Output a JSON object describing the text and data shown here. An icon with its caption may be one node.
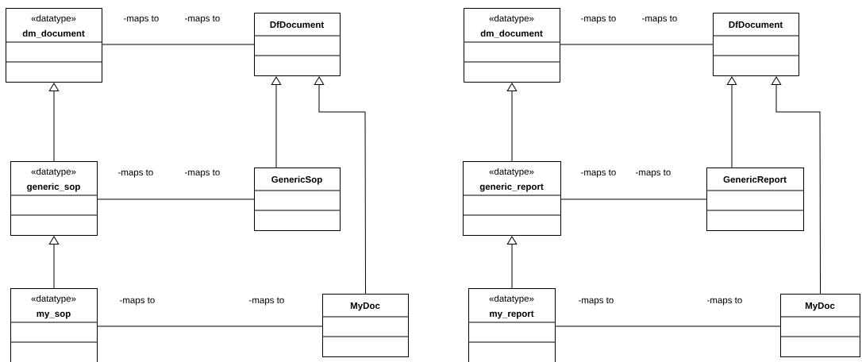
{
  "diagram": {
    "nodes": [
      {
        "text": [
          "«datatype»",
          "dm_document"
        ]
      },
      {
        "text": [
          "DfDocument"
        ]
      },
      {
        "text": [
          "«datatype»",
          "generic_sop"
        ]
      },
      {
        "text": [
          "GenericSop"
        ]
      },
      {
        "text": [
          "«datatype»",
          "my_sop"
        ]
      },
      {
        "text": [
          "MyDoc"
        ]
      },
      {
        "text": [
          "«datatype»",
          "dm_document"
        ]
      },
      {
        "text": [
          "DfDocument"
        ]
      },
      {
        "text": [
          "«datatype»",
          "generic_report"
        ]
      },
      {
        "text": [
          "GenericReport"
        ]
      },
      {
        "text": [
          "«datatype»",
          "my_report"
        ]
      },
      {
        "text": [
          "MyDoc"
        ]
      }
    ],
    "edges": [
      {
        "from": 0,
        "to": 1,
        "arrow": "none"
      },
      {
        "from": 2,
        "to": 0,
        "arrow": "to"
      },
      {
        "from": 3,
        "to": 1,
        "arrow": "to"
      },
      {
        "from": 5,
        "to": 1,
        "arrow": "to"
      },
      {
        "from": 2,
        "to": 3,
        "arrow": "none"
      },
      {
        "from": 4,
        "to": 2,
        "arrow": "to"
      },
      {
        "from": 4,
        "to": 5,
        "arrow": "none"
      },
      {
        "from": 6,
        "to": 7,
        "arrow": "none"
      },
      {
        "from": 8,
        "to": 6,
        "arrow": "to"
      },
      {
        "from": 9,
        "to": 7,
        "arrow": "to"
      },
      {
        "from": 11,
        "to": 7,
        "arrow": "to"
      },
      {
        "from": 8,
        "to": 9,
        "arrow": "none"
      },
      {
        "from": 10,
        "to": 8,
        "arrow": "to"
      },
      {
        "from": 10,
        "to": 11,
        "arrow": "none"
      }
    ],
    "labels": [
      "-maps to",
      "-maps to",
      "-maps to",
      "-maps to",
      "-maps to",
      "-maps to",
      "-maps to",
      "-maps to",
      "-maps to",
      "-maps to",
      "-maps to",
      "-maps to"
    ]
  }
}
